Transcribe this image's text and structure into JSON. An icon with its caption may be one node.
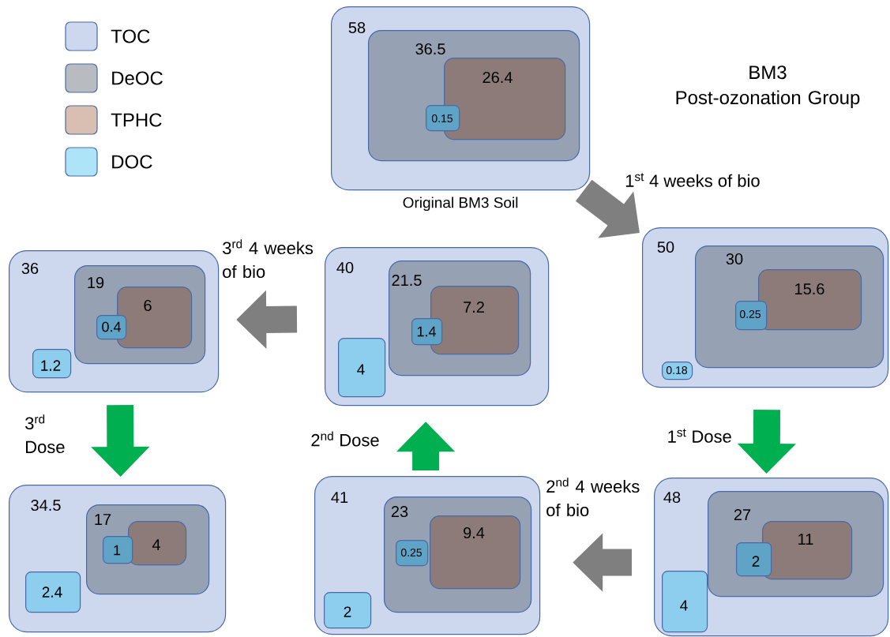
{
  "diagram": {
    "title": "BM3 Post-ozonation Group",
    "nodes": [
      {
        "text": [
          "58"
        ],
        "beside": [
          "Original BM3 Soil"
        ]
      },
      {
        "text": [
          "36.5"
        ],
        "in": 0
      },
      {
        "text": [
          "26.4"
        ],
        "in": 1
      },
      {
        "text": [
          "0.15"
        ],
        "in": 1
      },
      {
        "text": [
          "50"
        ]
      },
      {
        "text": [
          "30"
        ],
        "in": 4
      },
      {
        "text": [
          "15.6"
        ],
        "in": 5
      },
      {
        "text": [
          "0.25"
        ],
        "in": 5
      },
      {
        "text": [
          "0.18"
        ],
        "in": 4
      },
      {
        "text": [
          "48"
        ]
      },
      {
        "text": [
          "27"
        ],
        "in": 9
      },
      {
        "text": [
          "11"
        ],
        "in": 10
      },
      {
        "text": [
          "2"
        ],
        "in": 10
      },
      {
        "text": [
          "4"
        ],
        "in": 9
      },
      {
        "text": [
          "41"
        ]
      },
      {
        "text": [
          "23"
        ],
        "in": 14
      },
      {
        "text": [
          "9.4"
        ],
        "in": 15
      },
      {
        "text": [
          "0.25"
        ],
        "in": 15
      },
      {
        "text": [
          "2"
        ],
        "in": 14
      },
      {
        "text": [
          "40"
        ]
      },
      {
        "text": [
          "21.5"
        ],
        "in": 19
      },
      {
        "text": [
          "7.2"
        ],
        "in": 20
      },
      {
        "text": [
          "1.4"
        ],
        "in": 20
      },
      {
        "text": [
          "4"
        ],
        "in": 19
      },
      {
        "text": [
          "36"
        ]
      },
      {
        "text": [
          "19"
        ],
        "in": 24
      },
      {
        "text": [
          "6"
        ],
        "in": 25
      },
      {
        "text": [
          "0.4"
        ],
        "in": 25
      },
      {
        "text": [
          "1.2"
        ],
        "in": 24
      },
      {
        "text": [
          "34.5"
        ]
      },
      {
        "text": [
          "17"
        ],
        "in": 29
      },
      {
        "text": [
          "4"
        ],
        "in": 30
      },
      {
        "text": [
          "1"
        ],
        "in": 30
      },
      {
        "text": [
          "2.4"
        ],
        "in": 29
      }
    ],
    "edges": [
      {
        "from": 0,
        "to": 4,
        "arrow": "to",
        "label": "1$^{st}$ 4 weeks of bio"
      },
      {
        "from": 4,
        "to": 9,
        "arrow": "to",
        "label": "1$^{st}$ Dose",
        "color": "#00b050"
      },
      {
        "from": 9,
        "to": 14,
        "arrow": "to",
        "label": "2$^{nd}$ 4 weeks of bio"
      },
      {
        "from": 14,
        "to": 19,
        "arrow": "to",
        "label": "2$^{nd}$ Dose",
        "color": "#00b050"
      },
      {
        "from": 19,
        "to": 24,
        "arrow": "to",
        "label": "3$^{rd}$ 4 weeks of bio"
      },
      {
        "from": 24,
        "to": 29,
        "arrow": "to",
        "label": "3$^{rd}$ Dose",
        "color": "#00b050"
      }
    ],
    "legend": [
      {
        "text": "TOC",
        "color": "#cdd8ee"
      },
      {
        "text": "DeOC",
        "color": "#b8bcc0"
      },
      {
        "text": "TPHC",
        "color": "#d8bfb2"
      },
      {
        "text": "DOC",
        "color": "#aee4f8"
      }
    ]
  }
}
